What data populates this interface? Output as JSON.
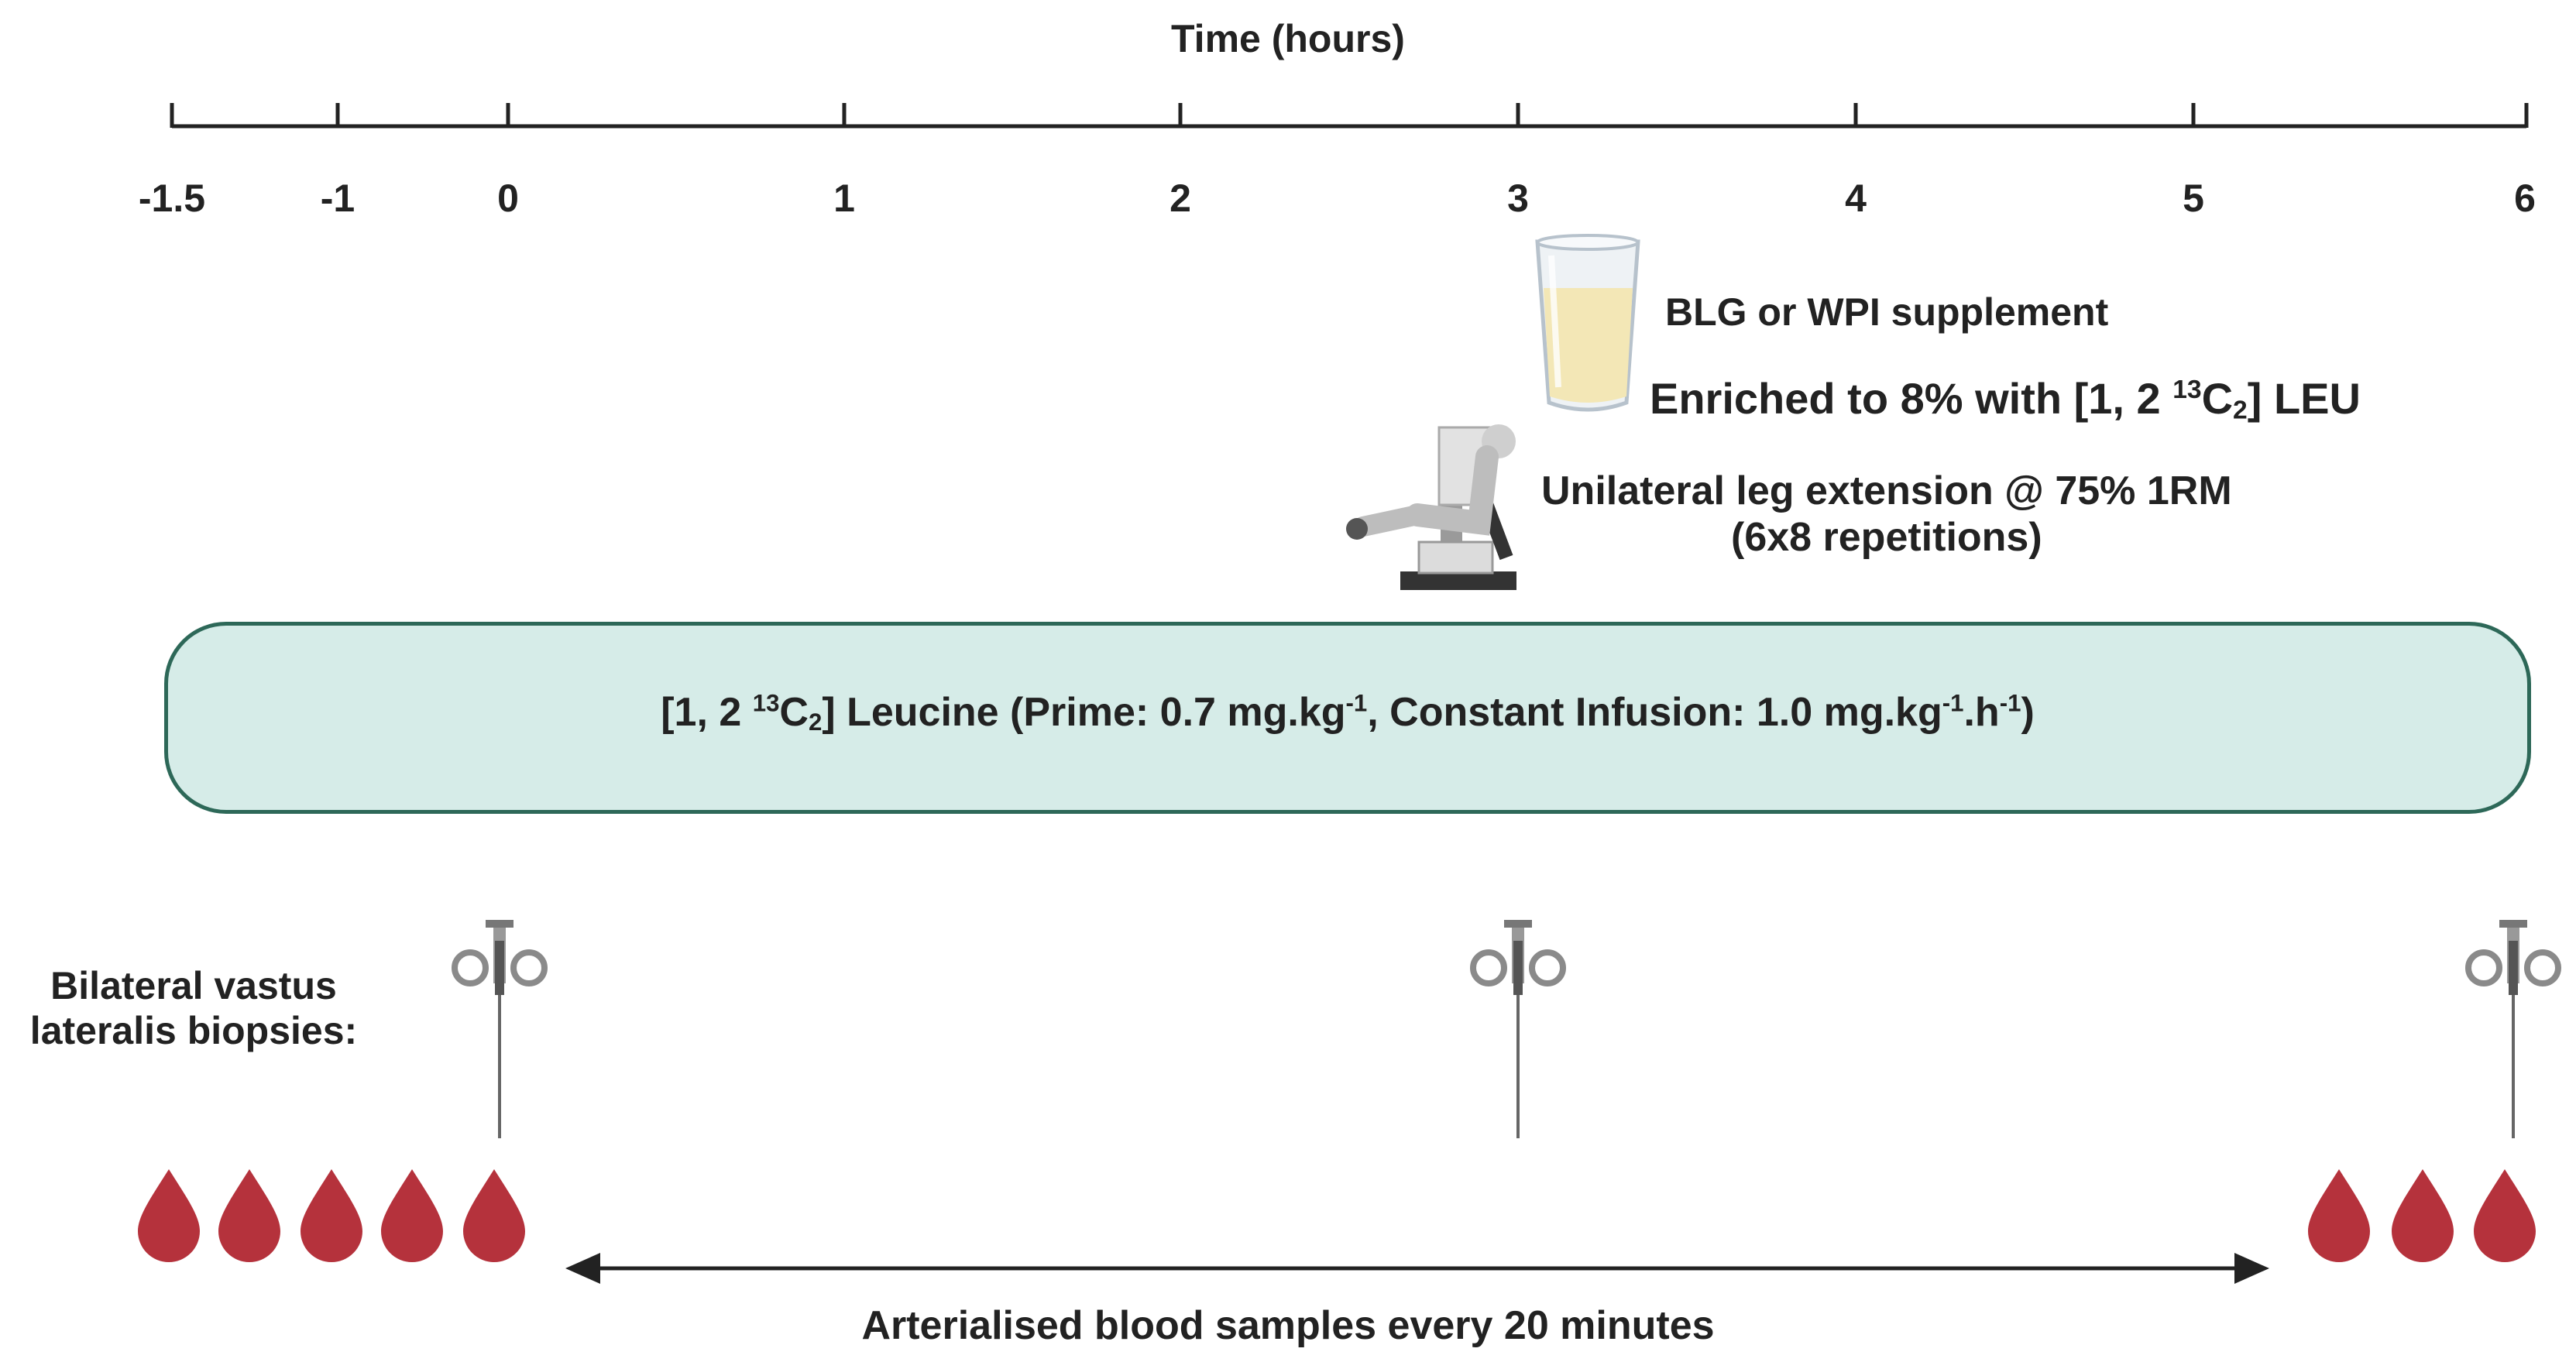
{
  "axis": {
    "title": "Time (hours)",
    "ticks": [
      "-1.5",
      "-1",
      "0",
      "1",
      "2",
      "3",
      "4",
      "5",
      "6"
    ]
  },
  "supplement": {
    "label": "BLG or WPI supplement",
    "enrichment_prefix": "Enriched to 8% with [1, 2 ",
    "enrichment_iso": "13",
    "enrichment_elem": "C",
    "enrichment_sub": "2",
    "enrichment_suffix": "] LEU"
  },
  "exercise": {
    "line1": "Unilateral leg extension @ 75% 1RM",
    "line2": "(6x8 repetitions)"
  },
  "infusion": {
    "t1": "[1, 2 ",
    "iso": "13",
    "elem": "C",
    "sub": "2",
    "t2": "] Leucine (Prime: 0.7 mg.kg",
    "sup1": "-1",
    "t3": ", Constant Infusion: 1.0 mg.kg",
    "sup2": "-1",
    "t4": ".h",
    "sup3": "-1",
    "t5": ")"
  },
  "biopsies": {
    "label": "Bilateral vastus lateralis biopsies:",
    "times_hours": [
      "0",
      "3",
      "6"
    ]
  },
  "blood": {
    "label": "Arterialised blood samples every 20 minutes",
    "drop_color": "#b5323c"
  },
  "colors": {
    "infusion_fill": "#d6ece8",
    "infusion_border": "#2d6858"
  }
}
